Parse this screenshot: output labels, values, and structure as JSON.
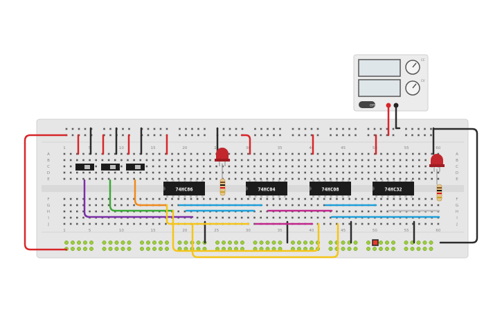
{
  "breadboard": {
    "column_numbers": [
      "1",
      "5",
      "10",
      "15",
      "20",
      "25",
      "30",
      "35",
      "40",
      "45",
      "50",
      "55",
      "60"
    ],
    "row_letters_top": [
      "A",
      "B",
      "C",
      "D",
      "E"
    ],
    "row_letters_bottom": [
      "F",
      "G",
      "H",
      "I",
      "J"
    ]
  },
  "chips": [
    {
      "label": "74HC86"
    },
    {
      "label": "74HC04"
    },
    {
      "label": "74HC08"
    },
    {
      "label": "74HC32"
    }
  ],
  "power_supply": {
    "button_label": "OFF",
    "knob_labels": [
      "CC",
      "CV"
    ]
  },
  "colors": {
    "board": "#e8e8e8",
    "red_wire": "#d7262a",
    "black_wire": "#2b2b2b",
    "purple_wire": "#7b2fa6",
    "green_wire": "#3aa935",
    "orange_wire": "#f08a1c",
    "yellow_wire": "#f5c518",
    "blue_wire": "#1e9fd9",
    "magenta_wire": "#c0288c",
    "grey_wire": "#bdbdbd",
    "rail_dot": "#9ccc3c",
    "led_red": "#c1272d"
  }
}
